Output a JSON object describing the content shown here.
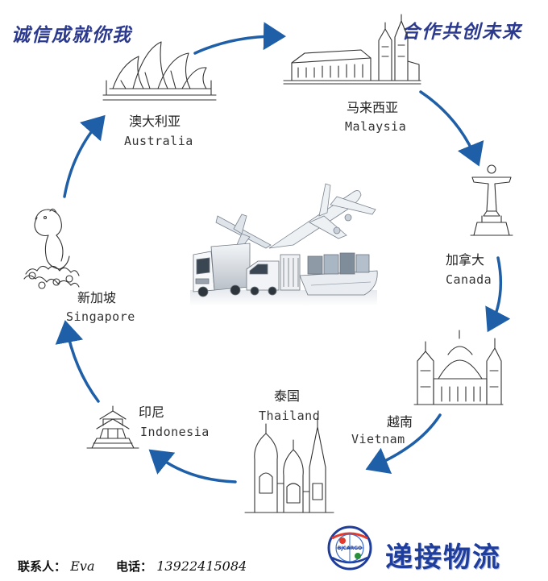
{
  "slogans": {
    "left": "诚信成就你我",
    "right": "合作共创未来"
  },
  "destinations": [
    {
      "key": "australia",
      "cn": "澳大利亚",
      "en": "Australia"
    },
    {
      "key": "malaysia",
      "cn": "马来西亚",
      "en": "Malaysia"
    },
    {
      "key": "canada",
      "cn": "加拿大",
      "en": "Canada"
    },
    {
      "key": "vietnam",
      "cn": "越南",
      "en": "Vietnam"
    },
    {
      "key": "thailand",
      "cn": "泰国",
      "en": "Thailand"
    },
    {
      "key": "indonesia",
      "cn": "印尼",
      "en": "Indonesia"
    },
    {
      "key": "singapore",
      "cn": "新加坡",
      "en": "Singapore"
    }
  ],
  "footer": {
    "contact_label": "联系人：",
    "contact_name": "Eva",
    "phone_label": "电话：",
    "phone": "13922415084"
  },
  "brand": {
    "name": "递接物流",
    "logo_text": "BJCARGO"
  },
  "colors": {
    "arrow": "#1f5fa8",
    "slogan": "#2b3a8f",
    "brand": "#1f3d9a"
  },
  "icons": [
    "sydney-opera-house-icon",
    "castle-icon",
    "christ-statue-icon",
    "domed-palace-icon",
    "onion-dome-temple-icon",
    "pagoda-icon",
    "merlion-icon",
    "cargo-transport-icon",
    "logo-globe-icon"
  ]
}
